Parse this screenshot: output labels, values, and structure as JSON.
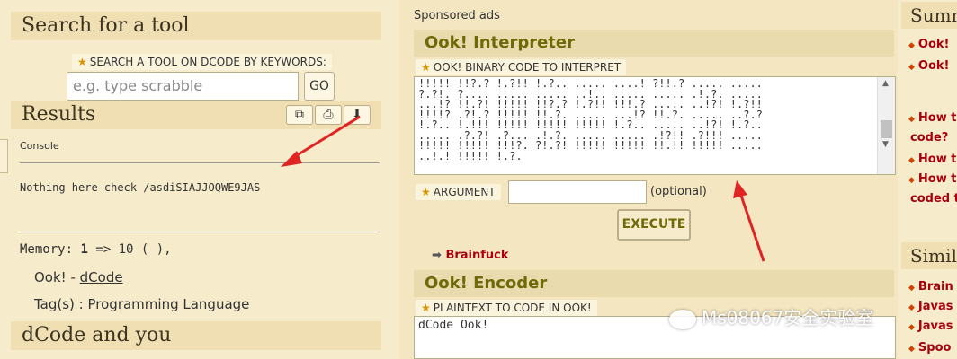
{
  "left": {
    "search_heading": "Search for a tool",
    "search_label": "SEARCH A TOOL ON DCODE BY KEYWORDS:",
    "search_placeholder": "e.g. type scrabble",
    "go_label": "GO",
    "results_heading": "Results",
    "console_label": "Console",
    "console_output": "Nothing here check /asdiSIAJJOQWE9JAS",
    "memory_prefix": "Memory: ",
    "memory_value": "1",
    "memory_suffix": " => 10 ( ),",
    "tool_name": "Ook! - ",
    "tool_link": "dCode",
    "tags": "Tag(s) : Programming Language",
    "dcode_you_heading": "dCode and you"
  },
  "middle": {
    "sponsored": "Sponsored ads",
    "interpreter_heading": "Ook! Interpreter",
    "binary_label": "OOK! BINARY CODE TO INTERPRET",
    "binary_code": "!!!!! !!?.? !.?!! !.?.. ..... ....! ?!!.? ..... .....\n?.?!. ?.... ..... ..... ..!.. ..... ..... .!.?. .....\n...!? !!.?! !!!!! !!?.? !.?!! !!!.? ..... ..!?! !.?!!\n!!!!? .?!.? !!!!! !!.?. ..... ...!? !!.?. ..... ..?.?\n!.?.. !.!!! !!!!! !!!!! !!!!! !.?.. ..... ..!?! !.?..\n..... .?.?! .?... .!.?. ..... ..... .!?!! .?!!! .....\n!!!!! !!!!! !!!?. ?!.?! !!!!! !!!!! !!.!! !!!!! .....\n..!.! !!!!! !.?.",
    "argument_label": "ARGUMENT",
    "optional": "(optional)",
    "execute_label": "EXECUTE",
    "brainfuck_link": "Brainfuck",
    "encoder_heading": "Ook! Encoder",
    "plaintext_label": "PLAINTEXT TO CODE IN OOK!",
    "plaintext_value": "dCode Ook!"
  },
  "right": {
    "summary_heading": "Summ",
    "links_top": [
      "Ook!",
      "Ook!"
    ],
    "links_how": [
      "How t",
      "code?",
      "How t",
      "How t",
      "coded te"
    ],
    "similar_heading": "Simil",
    "links_similar": [
      "Brain",
      "Javas",
      "Javas",
      "Spoo"
    ]
  },
  "watermark": "Ms08067安全实验室",
  "colors": {
    "background": "#f6ebcb",
    "header_bg": "#efdfb3",
    "accent_olive": "#6f6a07",
    "link_red": "#a8000c",
    "annotation_red": "#e02424"
  }
}
